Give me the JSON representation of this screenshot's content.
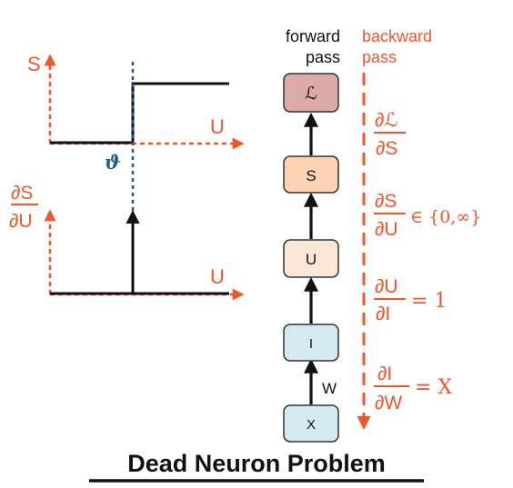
{
  "title": "Dead Neuron Problem",
  "colors": {
    "orange": "#f0562a",
    "black": "#111111",
    "teal": "#1f5f86",
    "box_L": "#dcaaa9",
    "box_S": "#fcd3b2",
    "box_U": "#fbe6d7",
    "box_I": "#d5e9f0",
    "box_X": "#d5e9f0"
  },
  "top_plot": {
    "y_label": "S",
    "x_label": "U",
    "threshold_label": "ϑ"
  },
  "bottom_plot": {
    "y_label_num": "∂S",
    "y_label_den": "∂U",
    "x_label": "U"
  },
  "forward": {
    "label_line1": "forward",
    "label_line2": "pass"
  },
  "backward": {
    "label_line1": "backward",
    "label_line2": "pass"
  },
  "nodes": [
    "ℒ",
    "S",
    "U",
    "I",
    "X"
  ],
  "weight_label": "W",
  "gradients": [
    {
      "num": "∂ℒ",
      "den": "∂S",
      "suffix": ""
    },
    {
      "num": "∂S",
      "den": "∂U",
      "suffix": "∈ {0,∞}"
    },
    {
      "num": "∂U",
      "den": "∂I",
      "suffix": "= 1"
    },
    {
      "num": "∂I",
      "den": "∂W",
      "suffix": "= X"
    }
  ]
}
